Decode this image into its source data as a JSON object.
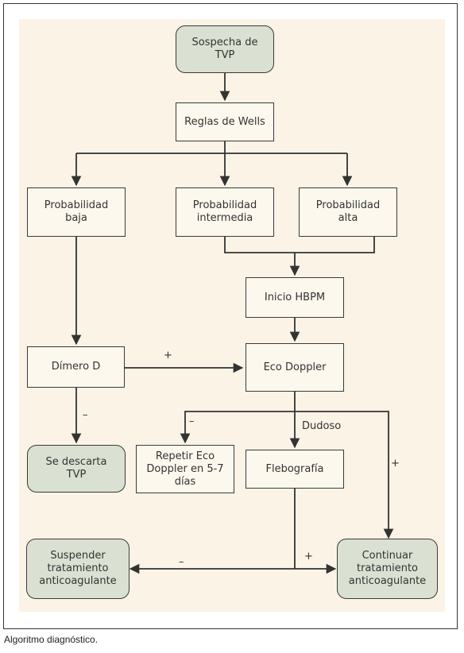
{
  "nodes": {
    "sospecha": "Sospecha de\nTVP",
    "wells": "Reglas de Wells",
    "prob_baja": "Probabilidad\nbaja",
    "prob_intermedia": "Probabilidad\nintermedia",
    "prob_alta": "Probabilidad\nalta",
    "inicio_hbpm": "Inicio HBPM",
    "dimero": "Dímero D",
    "eco_doppler": "Eco Doppler",
    "descarta": "Se descarta\nTVP",
    "repetir": "Repetir Eco\nDoppler en 5-7\ndías",
    "flebografia": "Flebografía",
    "suspender": "Suspender\ntratamiento\nanticoagulante",
    "continuar": "Continuar\ntratamiento\nanticoagulante"
  },
  "edge_labels": {
    "dimero_to_eco": "+",
    "dimero_to_descarta": "–",
    "eco_to_repetir": "–",
    "eco_dudoso": "Dudoso",
    "eco_to_continuar": "+",
    "fleb_to_suspender": "–",
    "fleb_to_continuar": "+"
  },
  "caption": "Algoritmo diagnóstico."
}
